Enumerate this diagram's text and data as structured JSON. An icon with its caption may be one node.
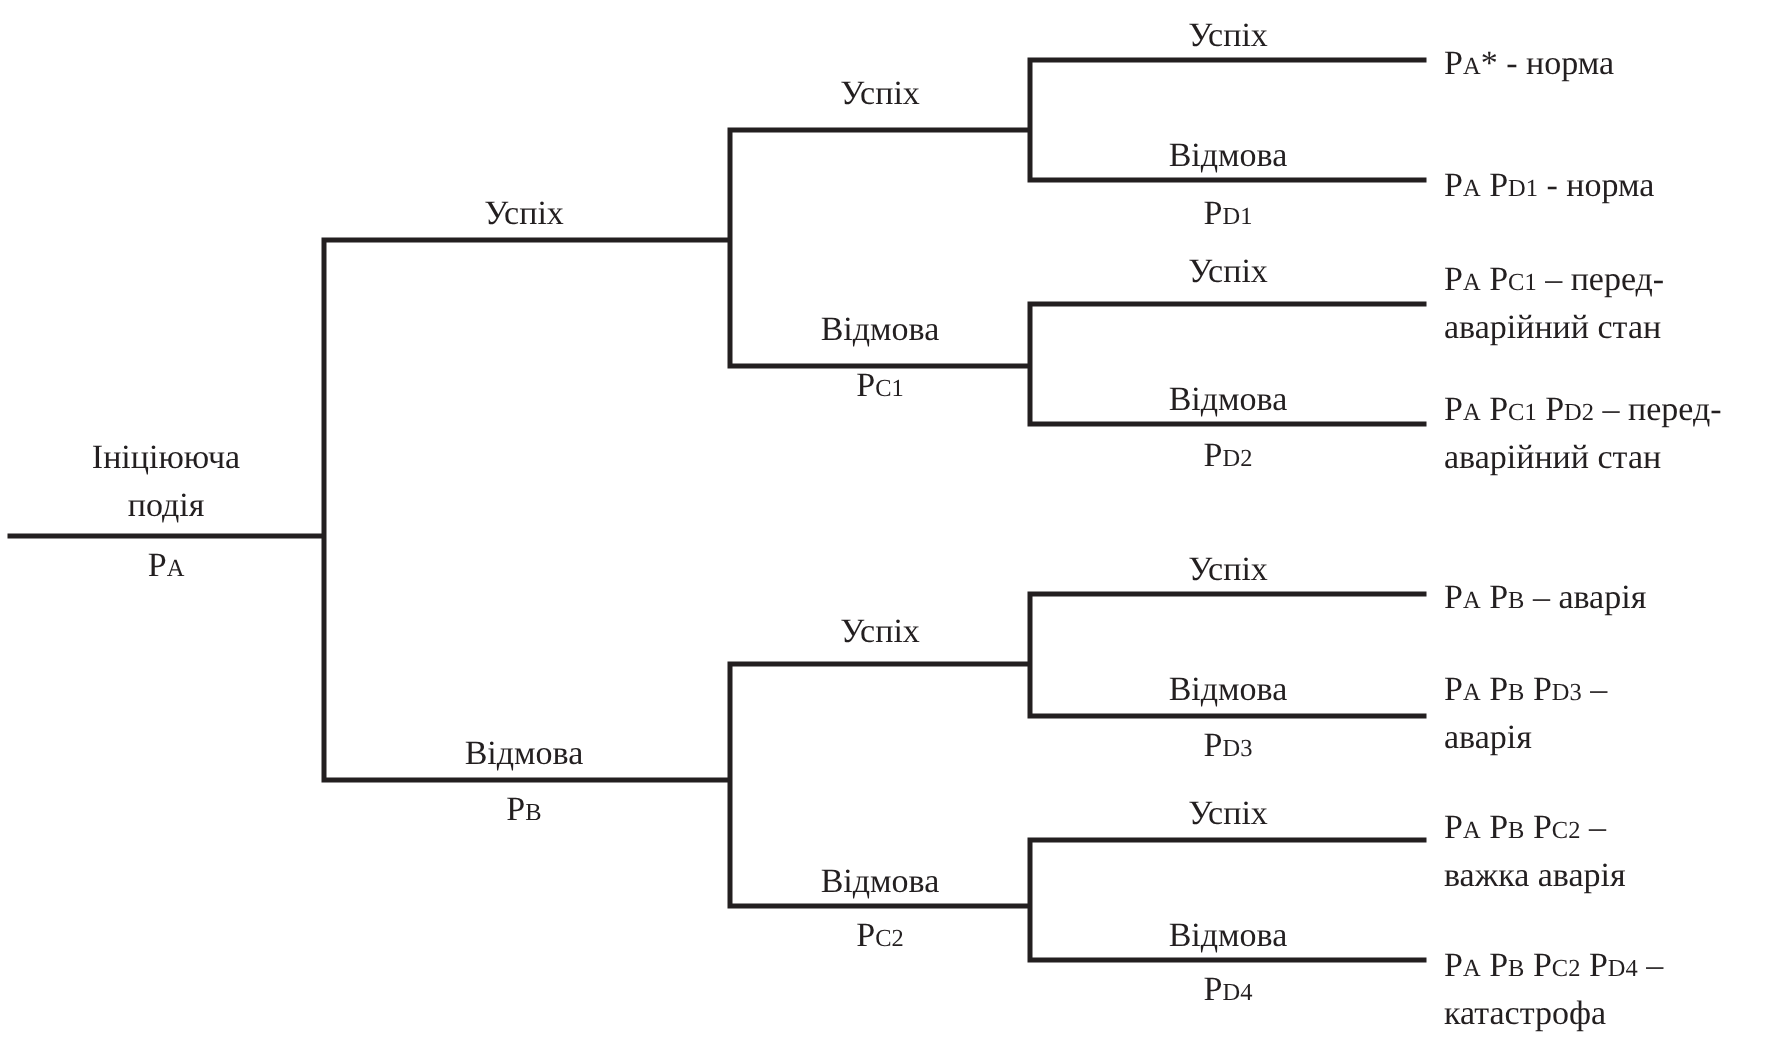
{
  "diagram": {
    "labels": [
      "Ініціююча подія",
      "P$_{A}$",
      "Успіх",
      "Відмова",
      "P$_{B}$",
      "Успіх",
      "Відмова",
      "P$_{C1}$",
      "Успіх",
      "Відмова",
      "P$_{C2}$",
      "Успіх",
      "Відмова",
      "P$_{D1}$",
      "Успіх",
      "Відмова",
      "P$_{D2}$",
      "Успіх",
      "Відмова",
      "P$_{D3}$",
      "Успіх",
      "Відмова",
      "P$_{D4}$",
      "P$_{A}$* - норма",
      "P$_{A}$ P$_{D1}$ - норма",
      "P$_{A}$ P$_{C1}$ – перед- аварійний стан",
      "P$_{A}$ P$_{C1}$ P$_{D2}$ – перед- аварійний стан",
      "P$_{A}$ P$_{B}$ – аварія",
      "P$_{A}$ P$_{B}$ P$_{D3}$ – аварія",
      "P$_{A}$ P$_{B}$ P$_{C2}$ – важка аварія",
      "P$_{A}$ P$_{B}$ P$_{C2}$ P$_{D4}$ – катастрофа"
    ]
  }
}
